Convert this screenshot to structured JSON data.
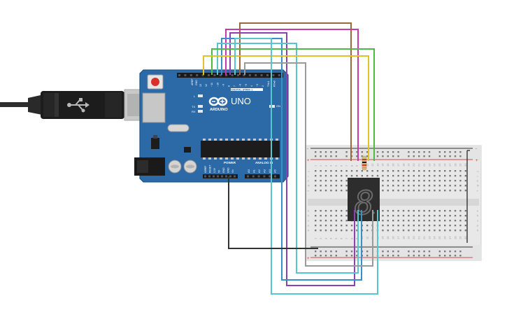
{
  "board": {
    "logo": "ARDUINO",
    "model": "UNO",
    "digital_label": "DIGITAL (PWM~)",
    "power_label": "POWER",
    "analog_label": "ANALOG IN",
    "on_label": "ON",
    "l_label": "L",
    "tx_label": "TX",
    "rx_label": "RX",
    "aref_label": "AREF",
    "gnd_label": "GND",
    "digital_pins": [
      "13",
      "12",
      "~11",
      "~10",
      "~9",
      "8",
      "7",
      "~6",
      "~5",
      "4",
      "~3",
      "2",
      "TX▸1",
      "RX◂0"
    ],
    "power_pins": [
      "IOREF",
      "RESET",
      "3.3V",
      "5V",
      "GND",
      "GND",
      "Vin"
    ],
    "analog_pins": [
      "A0",
      "A1",
      "A2",
      "A3",
      "A4",
      "A5"
    ]
  },
  "breadboard": {
    "row_letters_top": [
      "j",
      "i",
      "h",
      "g",
      "f"
    ],
    "row_letters_bottom": [
      "e",
      "d",
      "c",
      "b",
      "a"
    ],
    "plus": "+",
    "minus": "-",
    "columns": [
      "1",
      "2",
      "3",
      "4",
      "5",
      "6",
      "7",
      "8",
      "9",
      "10",
      "11",
      "12",
      "13",
      "14",
      "15",
      "16",
      "17",
      "18",
      "19",
      "20",
      "21",
      "22",
      "23",
      "24",
      "25",
      "26",
      "27",
      "28",
      "29",
      "30"
    ]
  },
  "display": {
    "digit": "8"
  },
  "colors": {
    "board": "#2b6aa6",
    "board_dark": "#1f5488",
    "wire_brown": "#9b6a3c",
    "wire_purple": "#8e3fb0",
    "wire_magenta": "#c83aa8",
    "wire_green": "#4fb948",
    "wire_yellow": "#e0c22b",
    "wire_cyan": "#57c7cf",
    "wire_blue": "#3a8fc9",
    "wire_gray": "#9a9a9a",
    "wire_black": "#333333"
  },
  "icons": [
    "usb-plug-icon",
    "arduino-infinity-logo-icon",
    "reset-button-icon"
  ]
}
